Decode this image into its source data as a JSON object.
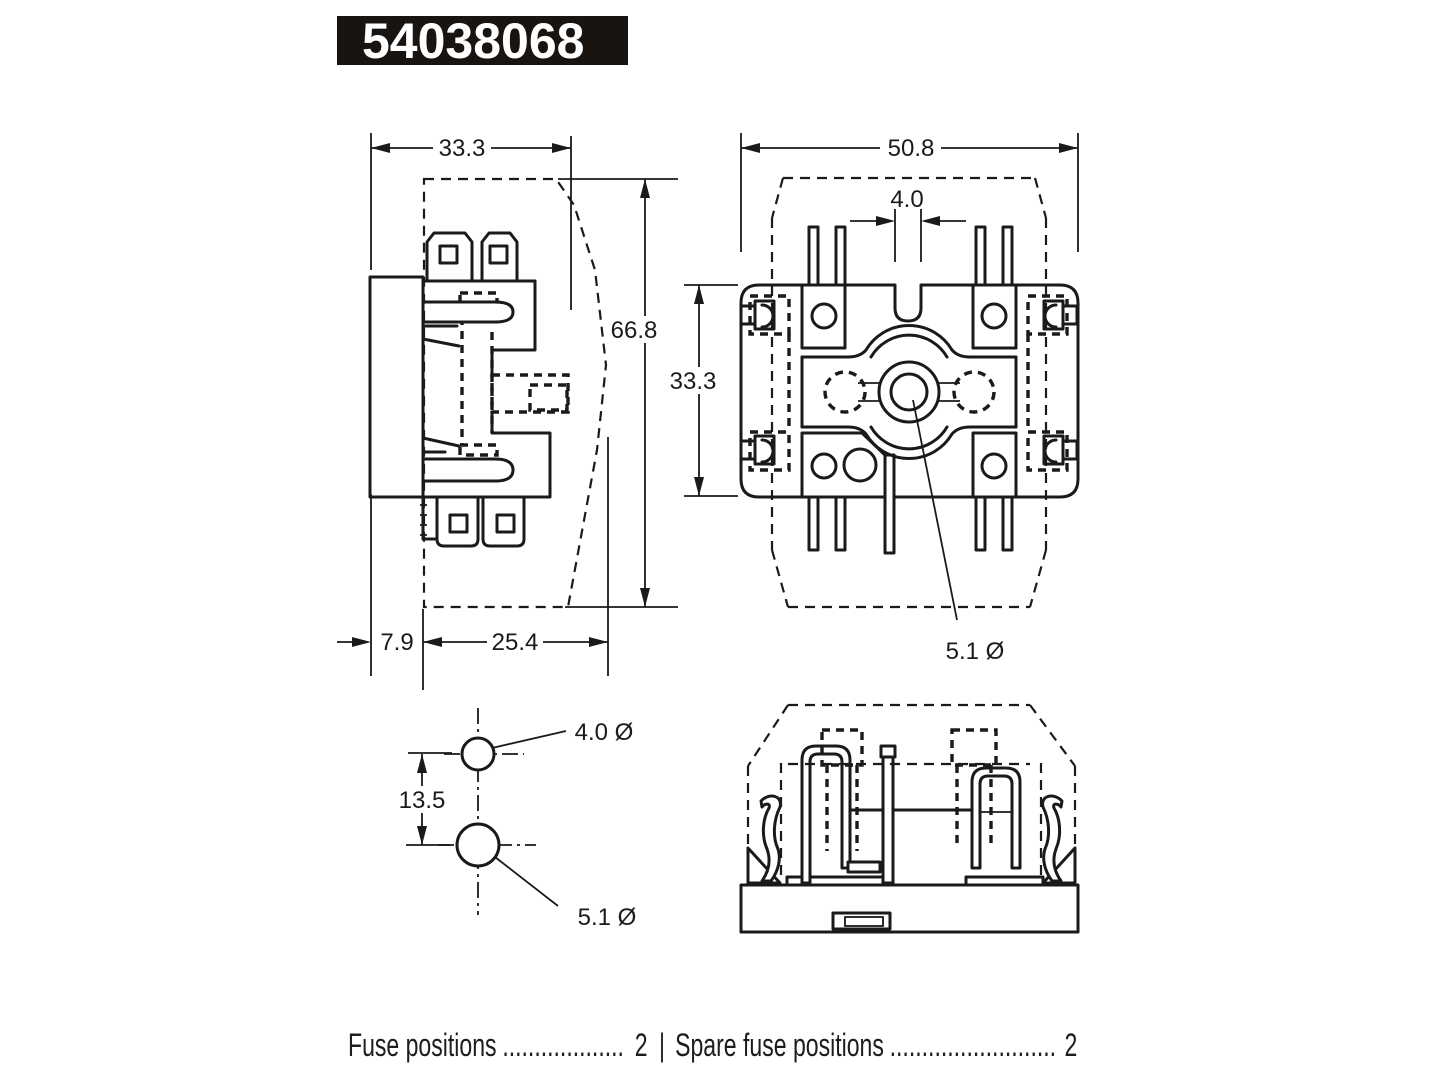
{
  "page": {
    "background": "#ffffff",
    "line_color": "#1a1a1a"
  },
  "header": {
    "part_number": "54038068",
    "badge_bg": "#1a1410",
    "badge_text_color": "#ffffff"
  },
  "views": {
    "side_view": {
      "title": "side-view-with-cover-outline",
      "dims": {
        "width": "33.3",
        "height": "66.8",
        "mount_offset": "7.9",
        "depth": "25.4"
      }
    },
    "top_view": {
      "title": "top-view-with-cover-outline",
      "dims": {
        "width": "50.8",
        "tab_slot": "4.0",
        "height": "33.3",
        "center_hole": "5.1 Ø"
      }
    },
    "drill_pattern": {
      "title": "mounting-hole-pattern",
      "dims": {
        "top_hole": "4.0 Ø",
        "hole_spacing": "13.5",
        "bottom_hole": "5.1 Ø"
      }
    },
    "front_view": {
      "title": "front-view-fuse-clips"
    }
  },
  "footer": {
    "separator": "|",
    "items": [
      {
        "label": "Fuse positions",
        "dots": "..............................................",
        "value": "2"
      },
      {
        "label": "Spare fuse positions",
        "dots": "..............................................",
        "value": "2"
      }
    ]
  }
}
